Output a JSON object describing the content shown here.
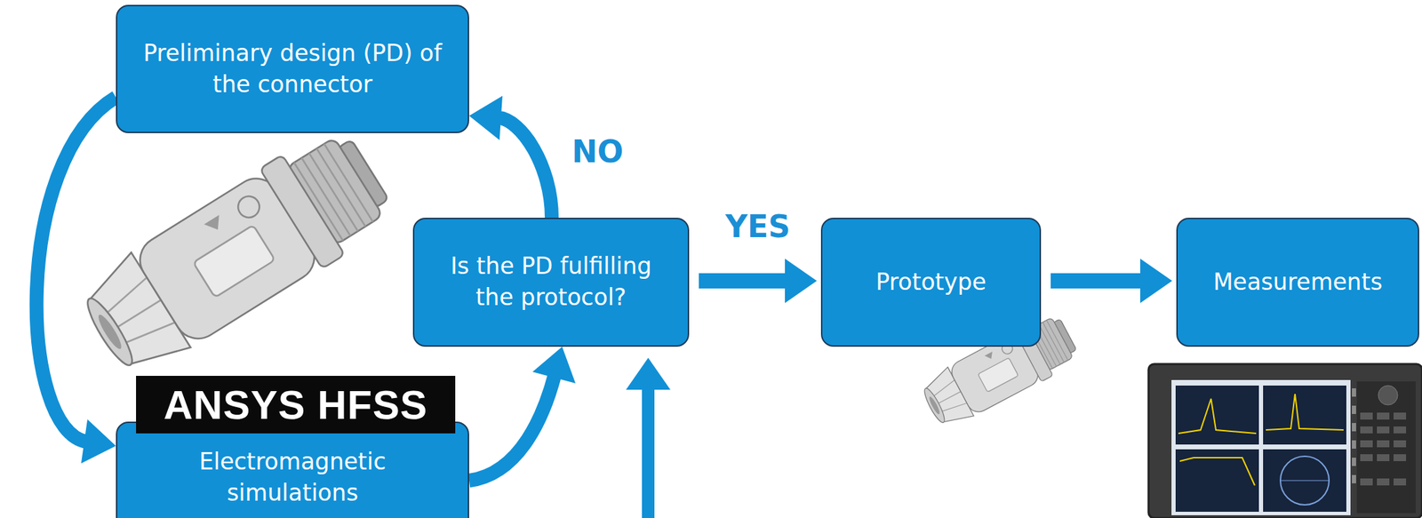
{
  "diagram": {
    "nodes": [
      {
        "text": [
          "Preliminary design (PD) of the connector"
        ]
      },
      {
        "text": [
          "Electromagnetic simulations"
        ]
      },
      {
        "text": [
          "Is the PD fulfilling the protocol?"
        ]
      },
      {
        "text": [
          "Prototype"
        ]
      },
      {
        "text": [
          "Measurements"
        ]
      }
    ],
    "edges": [
      {
        "from": 0,
        "to": 1,
        "arrow": "to"
      },
      {
        "from": 1,
        "to": 2,
        "arrow": "to"
      },
      {
        "from": 2,
        "to": 0,
        "label": "NO",
        "arrow": "to"
      },
      {
        "from": 2,
        "to": 3,
        "label": "YES",
        "arrow": "to"
      },
      {
        "from": 3,
        "to": 4,
        "arrow": "to"
      }
    ],
    "labels": [
      "ANSYS HFSS"
    ]
  }
}
